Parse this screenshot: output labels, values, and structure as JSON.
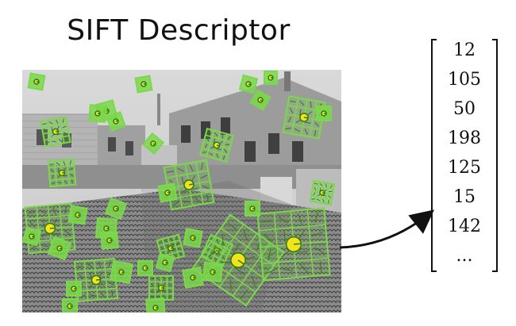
{
  "title": "SIFT Descriptor",
  "descriptor_vector": [
    "12",
    "105",
    "50",
    "198",
    "125",
    "15",
    "142",
    "..."
  ],
  "colors": {
    "keypoint_fill": "#7bd84a",
    "keypoint_stroke": "#2d7a12",
    "keypoint_center": "#f4e21a",
    "arrow": "#111111"
  }
}
